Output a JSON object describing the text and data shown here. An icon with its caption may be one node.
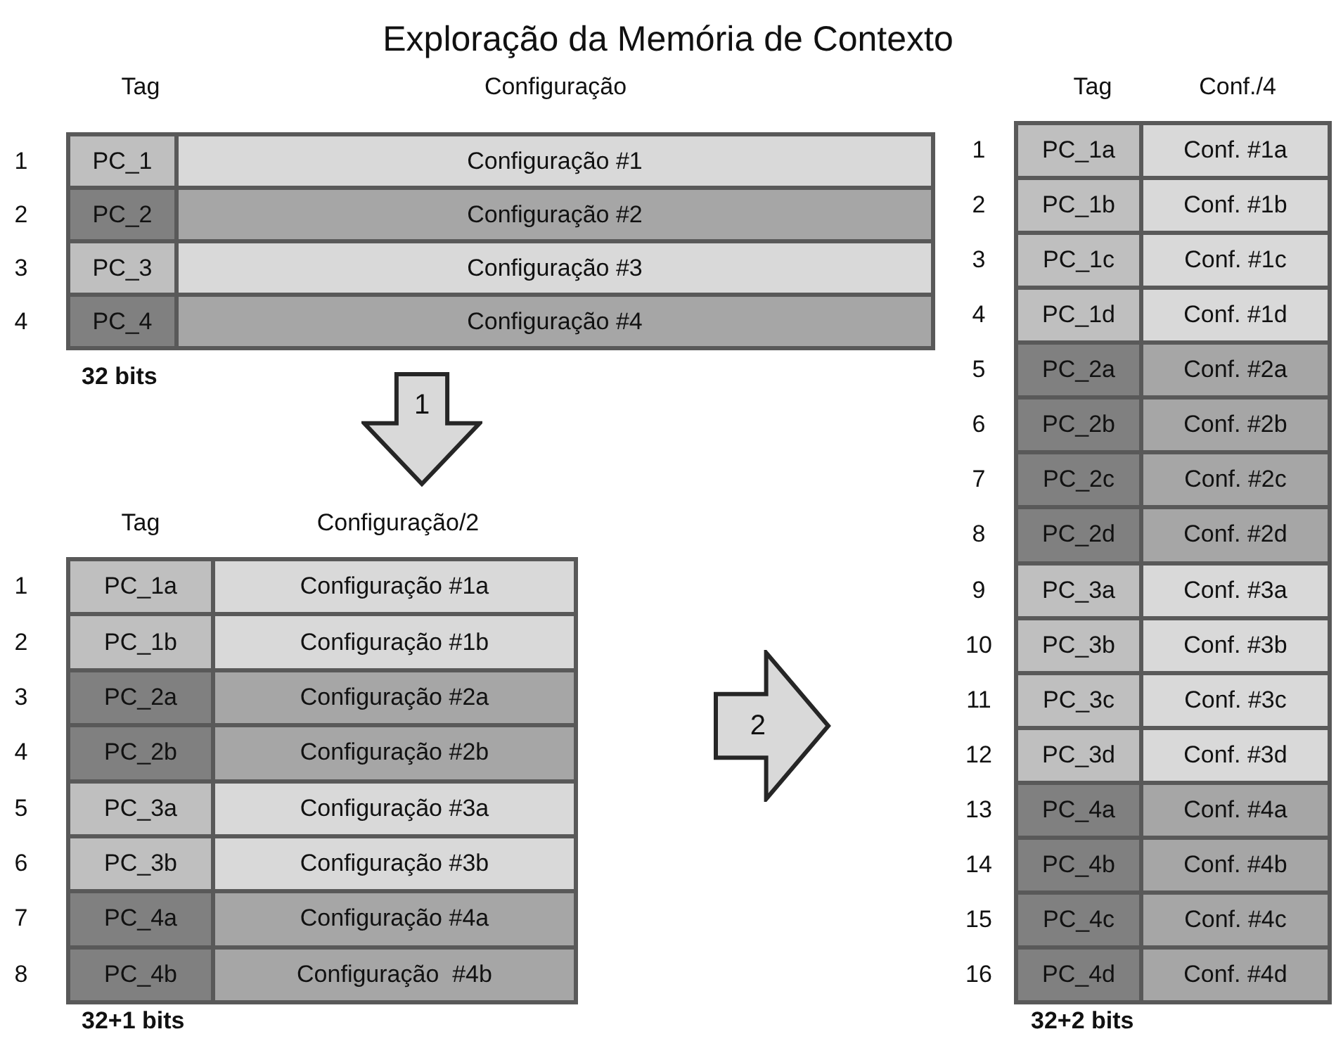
{
  "diagram": {
    "title": "Exploração da Memória de Contexto",
    "nodes": [
      {
        "text": [],
        "shape": "box"
      },
      {
        "text": [
          "PC_1",
          "Configuração #1"
        ],
        "in": 0
      },
      {
        "text": [
          "PC_2",
          "Configuração #2"
        ],
        "in": 0
      },
      {
        "text": [
          "PC_3",
          "Configuração #3"
        ],
        "in": 0
      },
      {
        "text": [
          "PC_4",
          "Configuração #4"
        ],
        "in": 0
      },
      {
        "text": [
          "1"
        ]
      },
      {
        "text": [],
        "shape": "box"
      },
      {
        "text": [
          "PC_1a",
          "Configuração #1a"
        ],
        "in": 6
      },
      {
        "text": [
          "PC_1b",
          "Configuração #1b"
        ],
        "in": 6
      },
      {
        "text": [
          "PC_2a",
          "Configuração #2a"
        ],
        "in": 6
      },
      {
        "text": [
          "PC_2b",
          "Configuração #2b"
        ],
        "in": 6
      },
      {
        "text": [
          "PC_3a",
          "Configuração #3a"
        ],
        "in": 6
      },
      {
        "text": [
          "PC_3b",
          "Configuração #3b"
        ],
        "in": 6
      },
      {
        "text": [
          "PC_4a",
          "Configuração #4a"
        ],
        "in": 6
      },
      {
        "text": [
          "PC_4b",
          "Configuração  #4b"
        ],
        "in": 6
      },
      {
        "text": [
          "2"
        ]
      },
      {
        "text": [],
        "shape": "box"
      },
      {
        "text": [
          "PC_1a",
          "Conf. #1a"
        ],
        "in": 16
      },
      {
        "text": [
          "PC_1b",
          "Conf. #1b"
        ],
        "in": 16
      },
      {
        "text": [
          "PC_1c",
          "Conf. #1c"
        ],
        "in": 16
      },
      {
        "text": [
          "PC_1d",
          "Conf. #1d"
        ],
        "in": 16
      },
      {
        "text": [
          "PC_2a",
          "Conf. #2a"
        ],
        "in": 16
      },
      {
        "text": [
          "PC_2b",
          "Conf. #2b"
        ],
        "in": 16
      },
      {
        "text": [
          "PC_2c",
          "Conf. #2c"
        ],
        "in": 16
      },
      {
        "text": [
          "PC_2d",
          "Conf. #2d"
        ],
        "in": 16
      },
      {
        "text": [
          "PC_3a",
          "Conf. #3a"
        ],
        "in": 16
      },
      {
        "text": [
          "PC_3b",
          "Conf. #3b"
        ],
        "in": 16
      },
      {
        "text": [
          "PC_3c",
          "Conf. #3c"
        ],
        "in": 16
      },
      {
        "text": [
          "PC_3d",
          "Conf. #3d"
        ],
        "in": 16
      },
      {
        "text": [
          "PC_4a",
          "Conf. #4a"
        ],
        "in": 16
      },
      {
        "text": [
          "PC_4b",
          "Conf. #4b"
        ],
        "in": 16
      },
      {
        "text": [
          "PC_4c",
          "Conf. #4c"
        ],
        "in": 16
      },
      {
        "text": [
          "PC_4d",
          "Conf. #4d"
        ],
        "in": 16
      }
    ],
    "labels": [
      "Tag",
      "Configuração",
      "1",
      "2",
      "3",
      "4",
      "32 bits",
      "Tag",
      "Configuração/2",
      "1",
      "2",
      "3",
      "4",
      "5",
      "6",
      "7",
      "8",
      "32+1 bits",
      "Tag",
      "Conf./4",
      "1",
      "2",
      "3",
      "4",
      "5",
      "6",
      "7",
      "8",
      "9",
      "10",
      "11",
      "12",
      "13",
      "14",
      "15",
      "16",
      "32+2 bits"
    ]
  }
}
